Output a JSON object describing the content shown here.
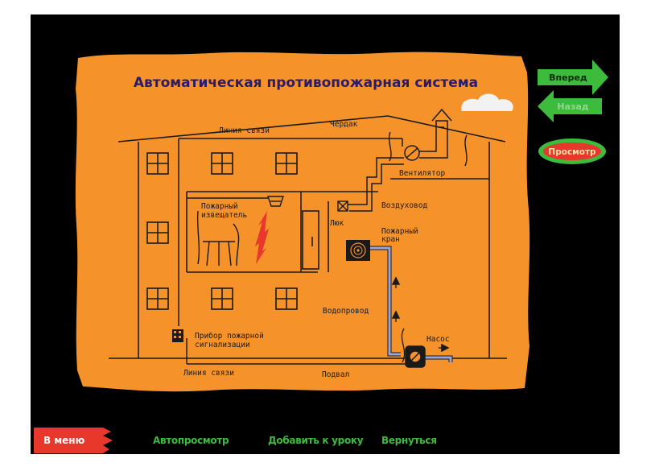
{
  "title": "Автоматическая противопожарная система",
  "nav": {
    "forward_label": "Вперед",
    "back_label": "Назад",
    "preview_label": "Просмотр"
  },
  "diagram": {
    "label_comm_line_top": "Линия связи",
    "label_attic": "Чердак",
    "label_fan": "Вентилятор",
    "label_fire_detector_1": "Пожарный",
    "label_fire_detector_2": "извещатель",
    "label_hatch": "Люк",
    "label_air_duct": "Воздуховод",
    "label_fire_hydrant_1": "Пожарный",
    "label_fire_hydrant_2": "кран",
    "label_water_pipe": "Водопровод",
    "label_alarm_device_1": "Прибор пожарной",
    "label_alarm_device_2": "сигнализации",
    "label_pump": "Насос",
    "label_comm_line_bottom": "Линия связи",
    "label_basement": "Подвал"
  },
  "bottom_bar": {
    "menu_label": "В меню",
    "autopreview_label": "Автопросмотр",
    "add_to_lesson_label": "Добавить к уроку",
    "return_label": "Вернуться"
  },
  "colors": {
    "background": "#000000",
    "board": "#f5922a",
    "title": "#2a1b6b",
    "nav_green": "#3dbb3d",
    "nav_dim_text": "#8fd88f",
    "preview_red": "#e8372b",
    "menu_button": "#e8372b",
    "water_pipe": "#9aa6d8",
    "flame": "#e8372b"
  }
}
